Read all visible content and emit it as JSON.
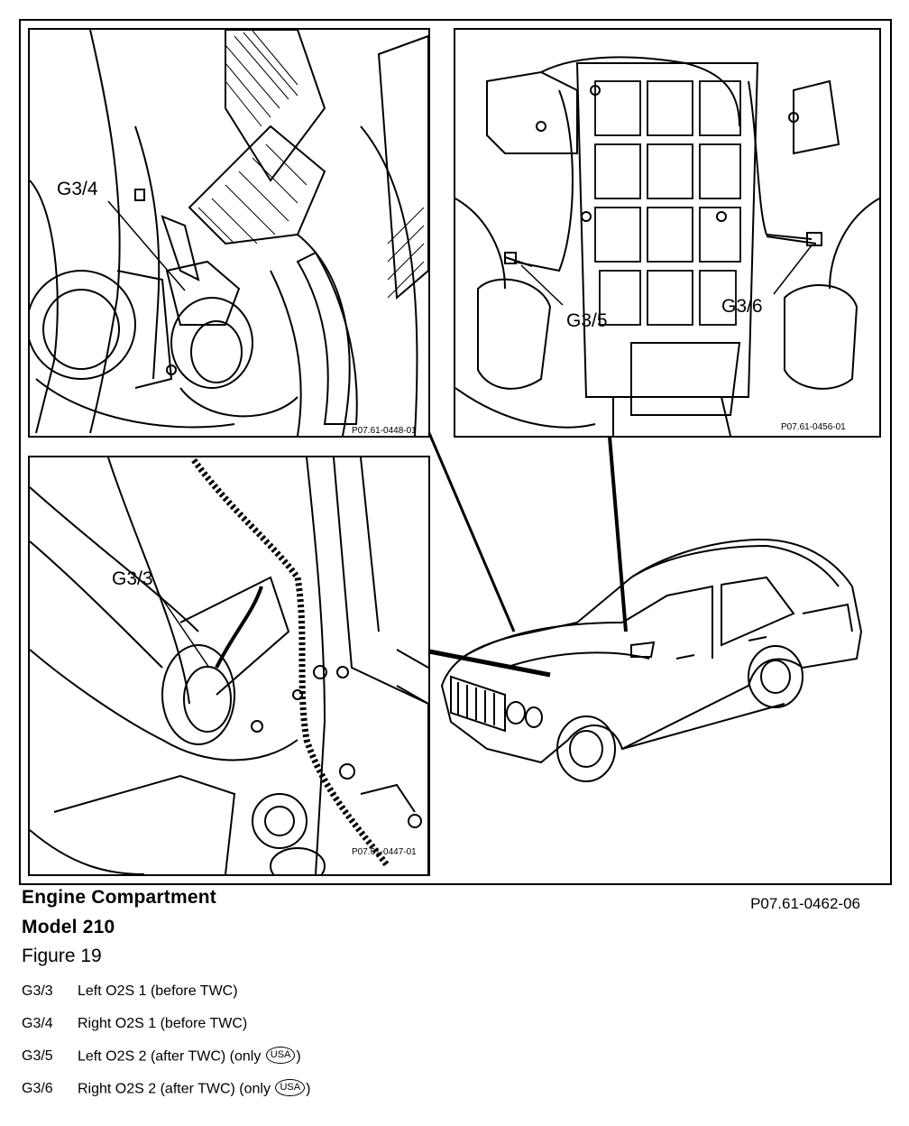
{
  "panels": {
    "top_left": {
      "ref": "P07.61-0448-01",
      "label": "G3/4"
    },
    "top_right": {
      "ref": "P07.61-0456-01",
      "labels": [
        "G3/5",
        "G3/6"
      ]
    },
    "bottom_left": {
      "ref": "P07.61-0447-01",
      "label": "G3/3"
    }
  },
  "caption": {
    "title_line1": "Engine  Compartment",
    "title_line2": "Model 210",
    "figure": "Figure 19",
    "doc_ref": "P07.61-0462-06"
  },
  "legend": [
    {
      "code": "G3/3",
      "text": "Left O2S 1 (before TWC)",
      "badge": ""
    },
    {
      "code": "G3/4",
      "text": "Right O2S 1 (before TWC)",
      "badge": ""
    },
    {
      "code": "G3/5",
      "text": "Left O2S 2 (after TWC) (only",
      "badge": "USA",
      "suffix": ")"
    },
    {
      "code": "G3/6",
      "text": "Right O2S 2 (after TWC) (only",
      "badge": "USA",
      "suffix": ")"
    }
  ]
}
